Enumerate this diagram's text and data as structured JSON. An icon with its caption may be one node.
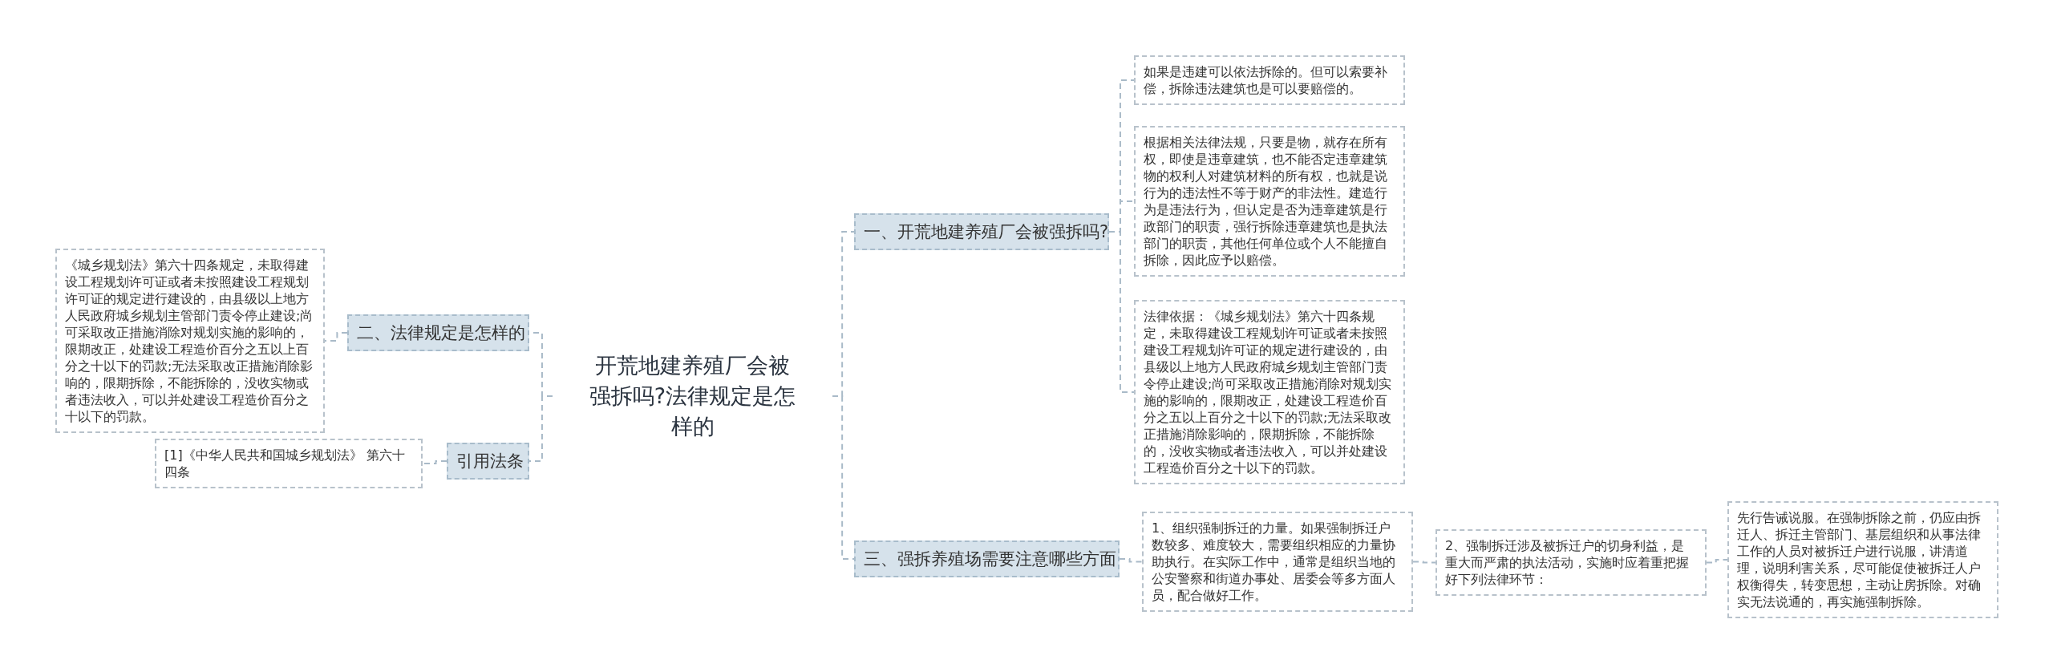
{
  "diagram": {
    "nodes": [
      {
        "text": [
          "开荒地建养殖厂会被强拆吗?法律规定是怎样的"
        ]
      },
      {
        "text": [
          "一、开荒地建养殖厂会被强拆吗?"
        ]
      },
      {
        "text": [
          "如果是违建可以依法拆除的。但可以索要补偿，拆除违法建筑也是可以要赔偿的。"
        ]
      },
      {
        "text": [
          "根据相关法律法规，只要是物，就存在所有权，即使是违章建筑，也不能否定违章建筑物的权利人对建筑材料的所有权，也就是说行为的违法性不等于财产的非法性。建造行为是违法行为，但认定是否为违章建筑是行政部门的职责，强行拆除违章建筑也是执法部门的职责，其他任何单位或个人不能擅自拆除，因此应予以赔偿。"
        ]
      },
      {
        "text": [
          "法律依据：《城乡规划法》第六十四条规定，未取得建设工程规划许可证或者未按照建设工程规划许可证的规定进行建设的，由县级以上地方人民政府城乡规划主管部门责令停止建设;尚可采取改正措施消除对规划实施的影响的，限期改正，处建设工程造价百分之五以上百分之十以下的罚款;无法采取改正措施消除影响的，限期拆除，不能拆除的，没收实物或者违法收入，可以并处建设工程造价百分之十以下的罚款。"
        ]
      },
      {
        "text": [
          "三、强拆养殖场需要注意哪些方面"
        ]
      },
      {
        "text": [
          "1、组织强制拆迁的力量。如果强制拆迁户数较多、难度较大，需要组织相应的力量协助执行。在实际工作中，通常是组织当地的公安警察和街道办事处、居委会等多方面人员，配合做好工作。"
        ]
      },
      {
        "text": [
          "2、强制拆迁涉及被拆迁户的切身利益，是重大而严肃的执法活动，实施时应着重把握好下列法律环节："
        ]
      },
      {
        "text": [
          "先行告诫说服。在强制拆除之前，仍应由拆迁人、拆迁主管部门、基层组织和从事法律工作的人员对被拆迁户进行说服，讲清道理，说明利害关系，尽可能促使被拆迁人户权衡得失，转变思想，主动让房拆除。对确实无法说通的，再实施强制拆除。"
        ]
      },
      {
        "text": [
          "二、法律规定是怎样的"
        ]
      },
      {
        "text": [
          "《城乡规划法》第六十四条规定，未取得建设工程规划许可证或者未按照建设工程规划许可证的规定进行建设的，由县级以上地方人民政府城乡规划主管部门责令停止建设;尚可采取改正措施消除对规划实施的影响的，限期改正，处建设工程造价百分之五以上百分之十以下的罚款;无法采取改正措施消除影响的，限期拆除，不能拆除的，没收实物或者违法收入，可以并处建设工程造价百分之十以下的罚款。"
        ]
      },
      {
        "text": [
          "引用法条"
        ]
      },
      {
        "text": [
          "[1]《中华人民共和国城乡规划法》 第六十四条"
        ]
      }
    ],
    "edges": [
      {
        "from": 0,
        "to": 1,
        "arrow": "none"
      },
      {
        "from": 0,
        "to": 5,
        "arrow": "none"
      },
      {
        "from": 0,
        "to": 9,
        "arrow": "none"
      },
      {
        "from": 0,
        "to": 11,
        "arrow": "none"
      },
      {
        "from": 1,
        "to": 2,
        "arrow": "none"
      },
      {
        "from": 1,
        "to": 3,
        "arrow": "none"
      },
      {
        "from": 1,
        "to": 4,
        "arrow": "none"
      },
      {
        "from": 5,
        "to": 6,
        "arrow": "none"
      },
      {
        "from": 6,
        "to": 7,
        "arrow": "none"
      },
      {
        "from": 7,
        "to": 8,
        "arrow": "none"
      },
      {
        "from": 9,
        "to": 10,
        "arrow": "none"
      },
      {
        "from": 11,
        "to": 12,
        "arrow": "none"
      }
    ]
  }
}
